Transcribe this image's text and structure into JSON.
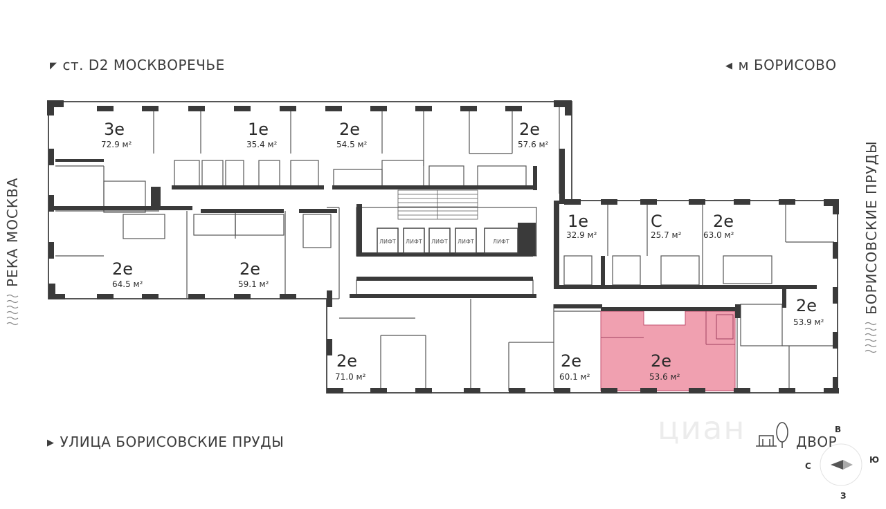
{
  "labels": {
    "top_left": "ст. D2 МОСКВОРЕЧЬЕ",
    "top_right": "м БОРИСОВО",
    "bottom_left": "УЛИЦА БОРИСОВСКИЕ ПРУДЫ",
    "bottom_right": "ДВОР",
    "left_vertical": "РЕКА МОСКВА",
    "right_vertical": "БОРИСОВСКИЕ ПРУДЫ"
  },
  "apartments": [
    {
      "code": "3е",
      "area": "72.9 м²",
      "highlighted": false
    },
    {
      "code": "1е",
      "area": "35.4 м²",
      "highlighted": false
    },
    {
      "code": "2е",
      "area": "54.5 м²",
      "highlighted": false
    },
    {
      "code": "2е",
      "area": "57.6 м²",
      "highlighted": false
    },
    {
      "code": "2е",
      "area": "64.5 м²",
      "highlighted": false
    },
    {
      "code": "2е",
      "area": "59.1 м²",
      "highlighted": false
    },
    {
      "code": "1е",
      "area": "32.9 м²",
      "highlighted": false
    },
    {
      "code": "С",
      "area": "25.7 м²",
      "highlighted": false
    },
    {
      "code": "2е",
      "area": "63.0 м²",
      "highlighted": false
    },
    {
      "code": "2е",
      "area": "53.9 м²",
      "highlighted": false
    },
    {
      "code": "2е",
      "area": "71.0 м²",
      "highlighted": false
    },
    {
      "code": "2е",
      "area": "60.1 м²",
      "highlighted": false
    },
    {
      "code": "2е",
      "area": "53.6 м²",
      "highlighted": true
    }
  ],
  "lifts": [
    "ЛИФТ",
    "ЛИФТ",
    "ЛИФТ",
    "ЛИФТ",
    "ЛИФТ"
  ],
  "compass": {
    "north": "В",
    "east": "Ю",
    "west": "С",
    "south": "З"
  },
  "watermark": "циан",
  "colors": {
    "highlight": "#f0a0b0",
    "wall": "#3a3a3a",
    "line": "#555555"
  }
}
